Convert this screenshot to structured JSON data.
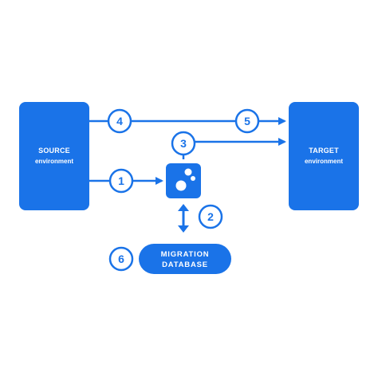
{
  "colors": {
    "accent": "#1a73e8",
    "background": "#ffffff"
  },
  "source_box": {
    "title": "SOURCE",
    "subtitle": "environment"
  },
  "target_box": {
    "title": "TARGET",
    "subtitle": "environment"
  },
  "migration_tool": {
    "icon": "bubbles-icon"
  },
  "database": {
    "line1": "MIGRATION",
    "line2": "DATABASE"
  },
  "steps": [
    "1",
    "2",
    "3",
    "4",
    "5",
    "6"
  ]
}
